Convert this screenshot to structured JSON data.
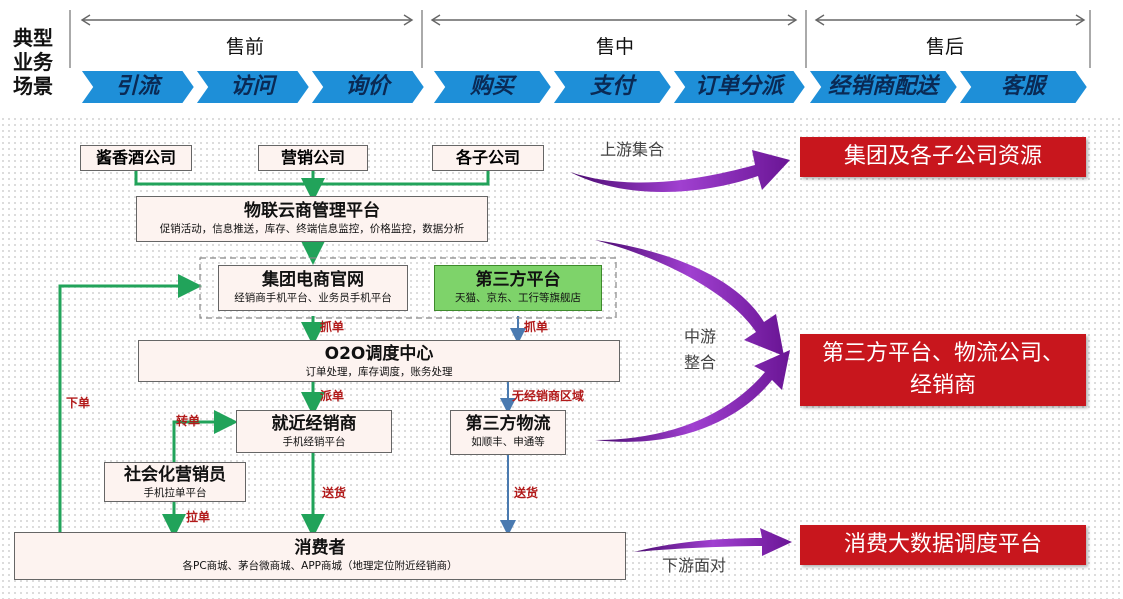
{
  "header": {
    "vertical_label": "典型业务场景",
    "phases": [
      "售前",
      "售中",
      "售后"
    ],
    "steps": [
      "引流",
      "访问",
      "询价",
      "购买",
      "支付",
      "订单分派",
      "经销商配送",
      "客服"
    ]
  },
  "top_boxes": [
    "酱香酒公司",
    "营销公司",
    "各子公司"
  ],
  "cloud_platform": {
    "title": "物联云商管理平台",
    "sub": "促销活动，信息推送，库存、终端信息监控，价格监控，数据分析"
  },
  "group_site": {
    "title": "集团电商官网",
    "sub": "经销商手机平台、业务员手机平台"
  },
  "third_platform": {
    "title": "第三方平台",
    "sub": "天猫、京东、工行等旗舰店"
  },
  "o2o": {
    "title": "O2O调度中心",
    "sub": "订单处理，库存调度，账务处理"
  },
  "dealer": {
    "title": "就近经销商",
    "sub": "手机经销平台"
  },
  "logistics": {
    "title": "第三方物流",
    "sub": "如顺丰、申通等"
  },
  "social": {
    "title": "社会化营销员",
    "sub": "手机拉单平台"
  },
  "consumer": {
    "title": "消费者",
    "sub": "各PC商城、茅台微商城、APP商城（地理定位附近经销商）"
  },
  "flow_labels": {
    "grab1": "抓单",
    "grab2": "抓单",
    "dispatch": "派单",
    "no_dealer": "无经销商区域",
    "transfer": "转单",
    "deliver1": "送货",
    "deliver2": "送货",
    "pull": "拉单",
    "order": "下单"
  },
  "right": {
    "up_label": "上游集合",
    "up_box": "集团及各子公司资源",
    "mid_label": "中游整合",
    "mid_box": "第三方平台、物流公司、经销商",
    "down_label": "下游面对",
    "down_box": "消费大数据调度平台"
  },
  "colors": {
    "green": "#21a35a",
    "blue": "#4a7ab0",
    "red": "#c8161d",
    "purple": "#7a1fa0",
    "chevron": "#1e8fd8"
  }
}
